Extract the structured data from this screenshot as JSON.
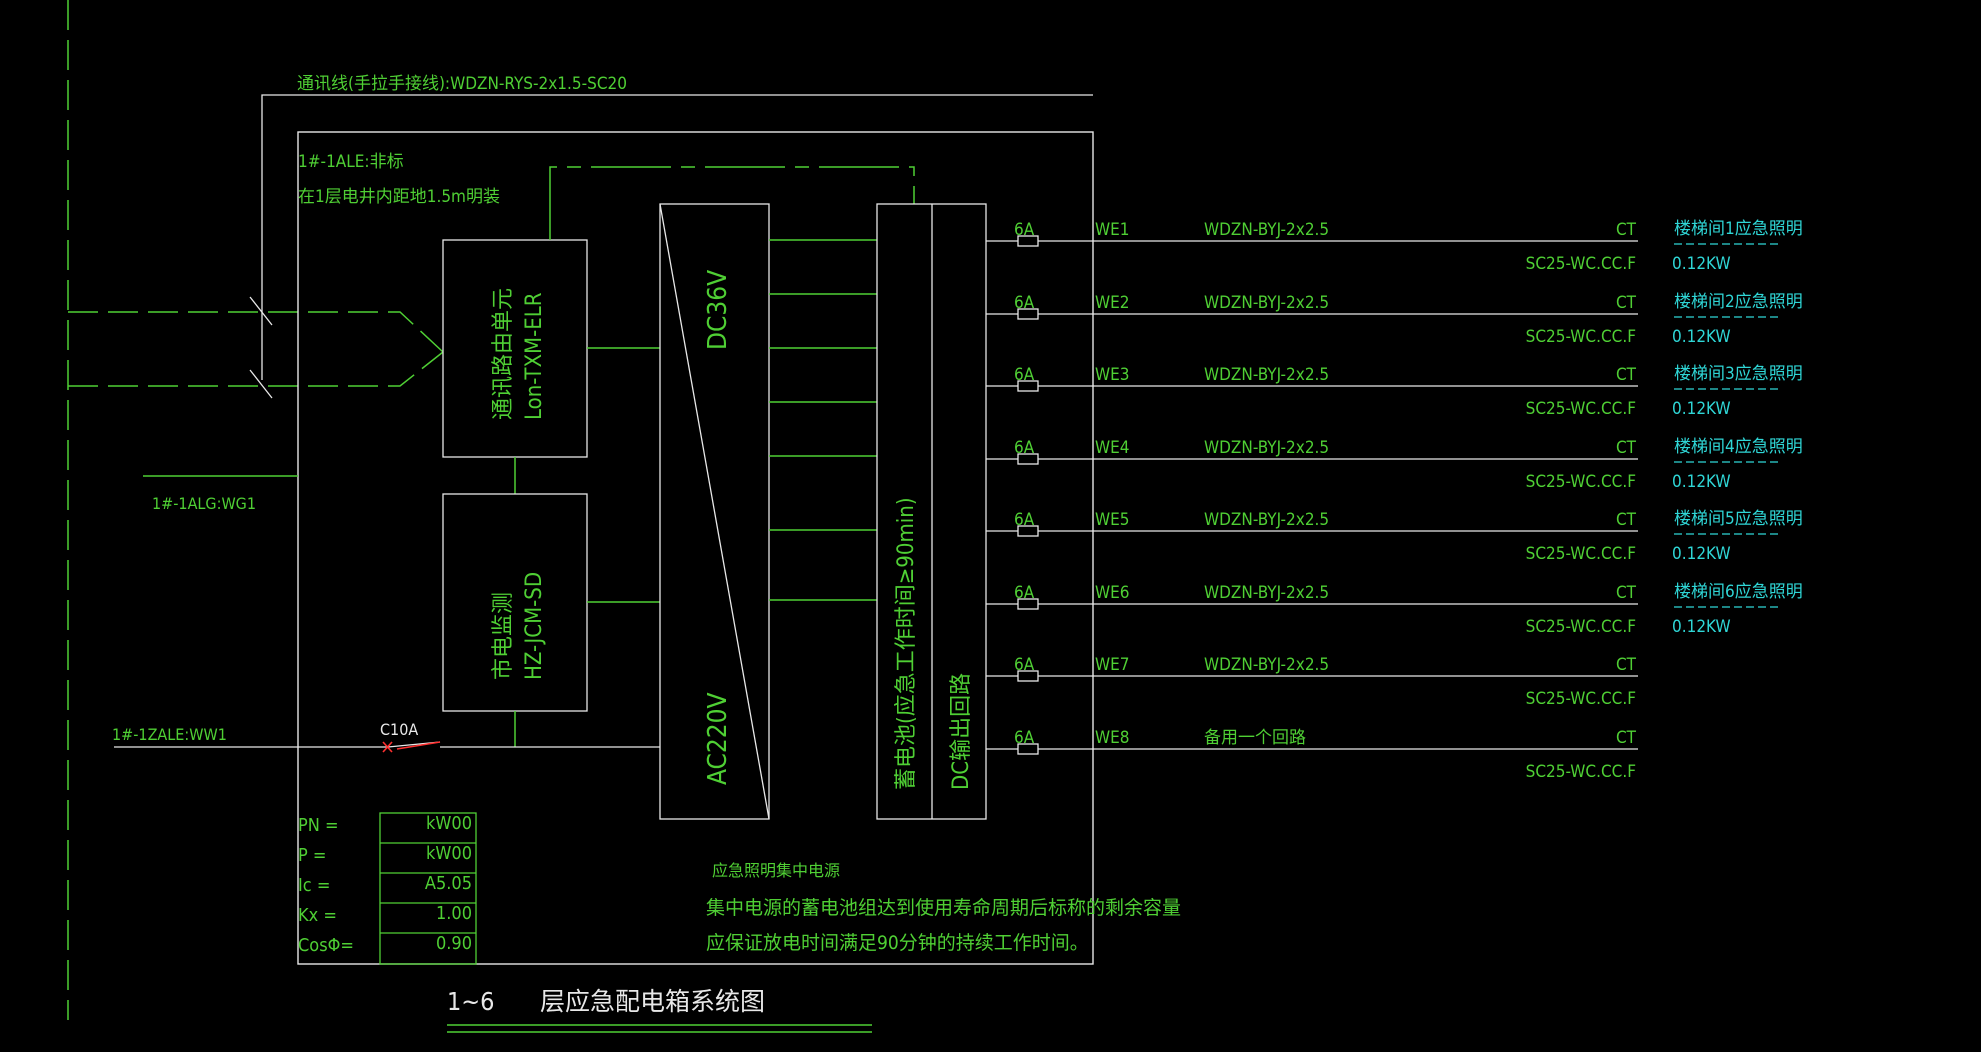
{
  "comm_line": "通讯线(手拉手接线):WDZN-RYS-2x1.5-SC20",
  "box": {
    "name": "1#-1ALE:非标",
    "install": "在1层电井内距地1.5m明装"
  },
  "router": {
    "line1": "通讯路由单元",
    "line2": "Lon-TXM-ELR"
  },
  "monitor": {
    "line1": "市电监测",
    "line2": "HZ-JCM-SD"
  },
  "converter": {
    "top": "DC36V",
    "bottom": "AC220V"
  },
  "battery": {
    "left": "蓄电池(应急工作时间≥90min)",
    "right": "DC输出回路"
  },
  "incoming": {
    "alg": "1#-1ALG:WG1",
    "zale": "1#-1ZALE:WW1",
    "breaker": "C10A"
  },
  "params": [
    {
      "label": "PN =",
      "value": "kW00"
    },
    {
      "label": "P =",
      "value": "kW00"
    },
    {
      "label": "Ic =",
      "value": "A5.05"
    },
    {
      "label": "Kx =",
      "value": "1.00"
    },
    {
      "label": "CosΦ=",
      "value": "0.90"
    }
  ],
  "notes": {
    "title": "应急照明集中电源",
    "line1": "集中电源的蓄电池组达到使用寿命周期后标称的剩余容量",
    "line2": "应保证放电时间满足90分钟的持续工作时间。"
  },
  "drawing_title": {
    "range": "1~6",
    "name": "层应急配电箱系统图"
  },
  "circuits": [
    {
      "fuse": "6A",
      "id": "WE1",
      "cable": "WDZN-BYJ-2x2.5",
      "ct": "CT",
      "conduit": "SC25-WC.CC.F",
      "load": "楼梯间1应急照明",
      "power": "0.12KW"
    },
    {
      "fuse": "6A",
      "id": "WE2",
      "cable": "WDZN-BYJ-2x2.5",
      "ct": "CT",
      "conduit": "SC25-WC.CC.F",
      "load": "楼梯间2应急照明",
      "power": "0.12KW"
    },
    {
      "fuse": "6A",
      "id": "WE3",
      "cable": "WDZN-BYJ-2x2.5",
      "ct": "CT",
      "conduit": "SC25-WC.CC.F",
      "load": "楼梯间3应急照明",
      "power": "0.12KW"
    },
    {
      "fuse": "6A",
      "id": "WE4",
      "cable": "WDZN-BYJ-2x2.5",
      "ct": "CT",
      "conduit": "SC25-WC.CC.F",
      "load": "楼梯间4应急照明",
      "power": "0.12KW"
    },
    {
      "fuse": "6A",
      "id": "WE5",
      "cable": "WDZN-BYJ-2x2.5",
      "ct": "CT",
      "conduit": "SC25-WC.CC.F",
      "load": "楼梯间5应急照明",
      "power": "0.12KW"
    },
    {
      "fuse": "6A",
      "id": "WE6",
      "cable": "WDZN-BYJ-2x2.5",
      "ct": "CT",
      "conduit": "SC25-WC.CC.F",
      "load": "楼梯间6应急照明",
      "power": "0.12KW"
    },
    {
      "fuse": "6A",
      "id": "WE7",
      "cable": "WDZN-BYJ-2x2.5",
      "ct": "CT",
      "conduit": "SC25-WC.CC.F",
      "load": "",
      "power": ""
    },
    {
      "fuse": "6A",
      "id": "WE8",
      "cable": "备用一个回路",
      "ct": "CT",
      "conduit": "SC25-WC.CC.F",
      "load": "",
      "power": ""
    }
  ],
  "colors": {
    "line": "#e8e8e8",
    "label": "#4fcf34",
    "cyan": "#2fd6d6",
    "background": "#000000"
  }
}
